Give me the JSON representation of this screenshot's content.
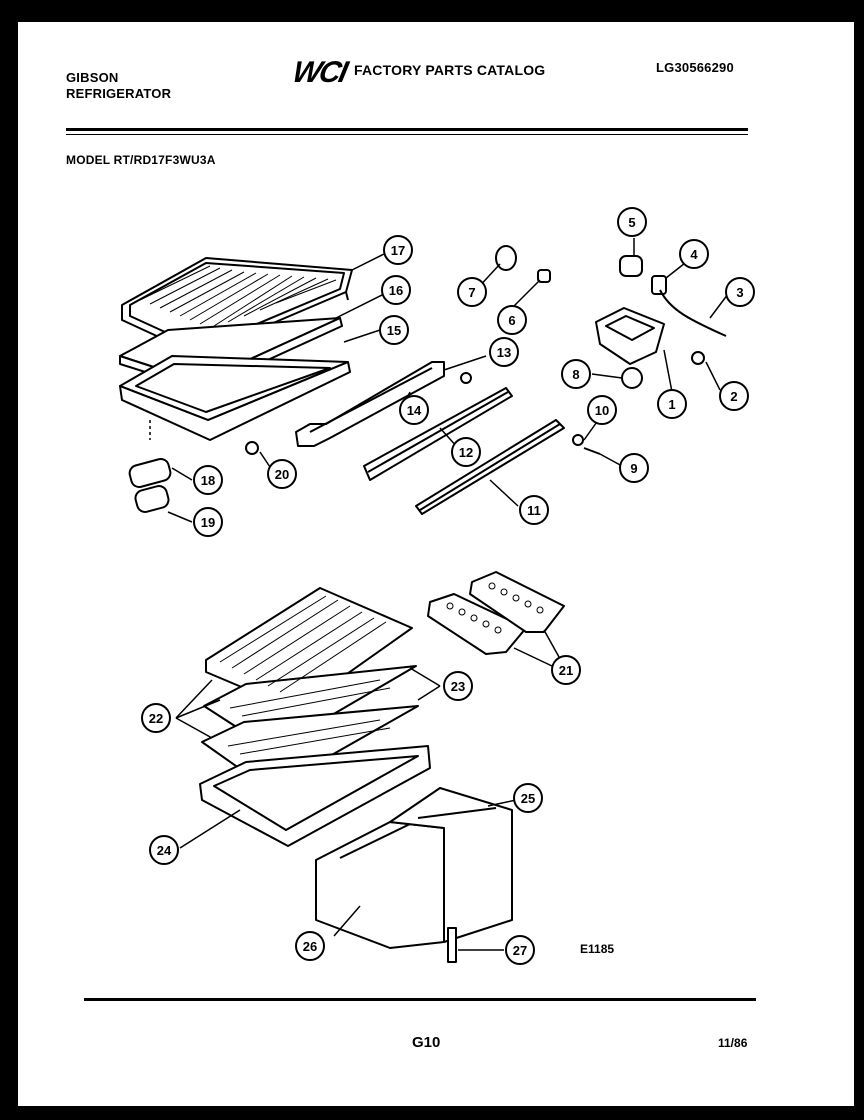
{
  "header": {
    "brand_line1": "GIBSON",
    "brand_line2": "REFRIGERATOR",
    "logo": "WCI",
    "catalog_title": "FACTORY PARTS CATALOG",
    "catalog_number": "LG30566290",
    "model": "MODEL RT/RD17F3WU3A"
  },
  "callouts": [
    "1",
    "2",
    "3",
    "4",
    "5",
    "6",
    "7",
    "8",
    "9",
    "10",
    "11",
    "12",
    "13",
    "14",
    "15",
    "16",
    "17",
    "18",
    "19",
    "20",
    "21",
    "22",
    "23",
    "24",
    "25",
    "26",
    "27"
  ],
  "footer": {
    "diagram_code": "E1185",
    "page": "G10",
    "date": "11/86"
  }
}
